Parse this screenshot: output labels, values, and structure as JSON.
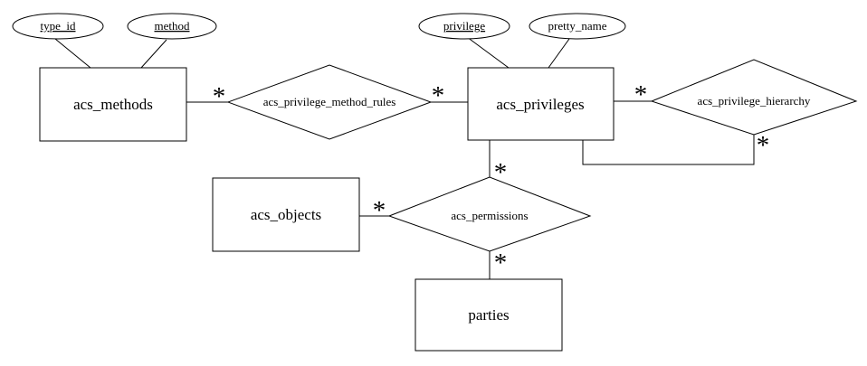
{
  "colors": {
    "background": "#ffffff",
    "line": "#000000",
    "text": "#000000"
  },
  "diagram": {
    "type": "er-diagram",
    "cardinality_symbol": "*",
    "entities": [
      {
        "label": "acs_methods"
      },
      {
        "label": "acs_privileges"
      },
      {
        "label": "acs_objects"
      },
      {
        "label": "parties"
      }
    ],
    "relationships": [
      {
        "label": "acs_privilege_method_rules",
        "connects": [
          "acs_methods",
          "acs_privileges"
        ],
        "cardinality": [
          "*",
          "*"
        ]
      },
      {
        "label": "acs_privilege_hierarchy",
        "connects": [
          "acs_privileges",
          "acs_privileges"
        ],
        "cardinality": [
          "*",
          "*"
        ]
      },
      {
        "label": "acs_permissions",
        "connects": [
          "acs_objects",
          "acs_privileges",
          "parties"
        ],
        "cardinality": [
          "*",
          "*",
          "*"
        ]
      }
    ],
    "attributes": [
      {
        "label": "type_id",
        "entity": "acs_methods",
        "underlined": true
      },
      {
        "label": "method",
        "entity": "acs_methods",
        "underlined": true
      },
      {
        "label": "privilege",
        "entity": "acs_privileges",
        "underlined": true
      },
      {
        "label": "pretty_name",
        "entity": "acs_privileges",
        "underlined": false
      }
    ]
  }
}
